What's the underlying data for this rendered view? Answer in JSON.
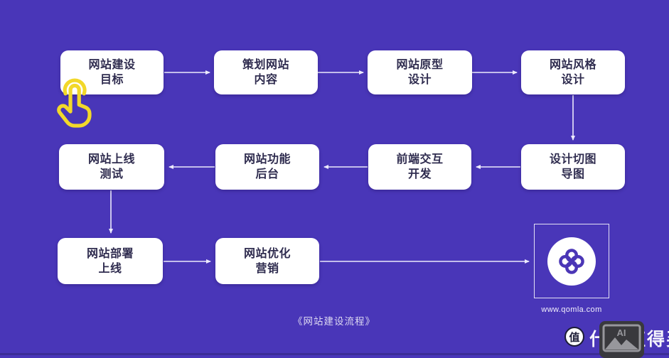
{
  "flow": {
    "caption": "《网站建设流程》",
    "nodes": [
      {
        "id": "goal",
        "line1": "网站建设",
        "line2": "目标"
      },
      {
        "id": "plan",
        "line1": "策划网站",
        "line2": "内容"
      },
      {
        "id": "prototype",
        "line1": "网站原型",
        "line2": "设计"
      },
      {
        "id": "style",
        "line1": "网站风格",
        "line2": "设计"
      },
      {
        "id": "launch-test",
        "line1": "网站上线",
        "line2": "测试"
      },
      {
        "id": "backend",
        "line1": "网站功能",
        "line2": "后台"
      },
      {
        "id": "frontend",
        "line1": "前端交互",
        "line2": "开发"
      },
      {
        "id": "slicing",
        "line1": "设计切图",
        "line2": "导图"
      },
      {
        "id": "deploy",
        "line1": "网站部署",
        "line2": "上线"
      },
      {
        "id": "marketing",
        "line1": "网站优化",
        "line2": "营销"
      }
    ],
    "edges": [
      {
        "from": "goal",
        "to": "plan"
      },
      {
        "from": "plan",
        "to": "prototype"
      },
      {
        "from": "prototype",
        "to": "style"
      },
      {
        "from": "style",
        "to": "slicing"
      },
      {
        "from": "slicing",
        "to": "frontend"
      },
      {
        "from": "frontend",
        "to": "backend"
      },
      {
        "from": "backend",
        "to": "launch-test"
      },
      {
        "from": "launch-test",
        "to": "deploy"
      },
      {
        "from": "deploy",
        "to": "marketing"
      },
      {
        "from": "marketing",
        "to": "qomla-logo"
      }
    ]
  },
  "logo": {
    "icon": "qomla-clover-icon",
    "website_url": "www.qomla.com"
  },
  "cursor": {
    "icon": "tap-hand-icon",
    "color": "#f2d82a"
  },
  "watermark": {
    "logo_char": "值",
    "brand_text": "什么值得买",
    "badge_label": "AI"
  },
  "colors": {
    "background": "#4936b8",
    "node_bg": "#ffffff",
    "node_text": "#2f2c4f",
    "connector": "#eceafc",
    "cursor_yellow": "#f2d82a"
  }
}
